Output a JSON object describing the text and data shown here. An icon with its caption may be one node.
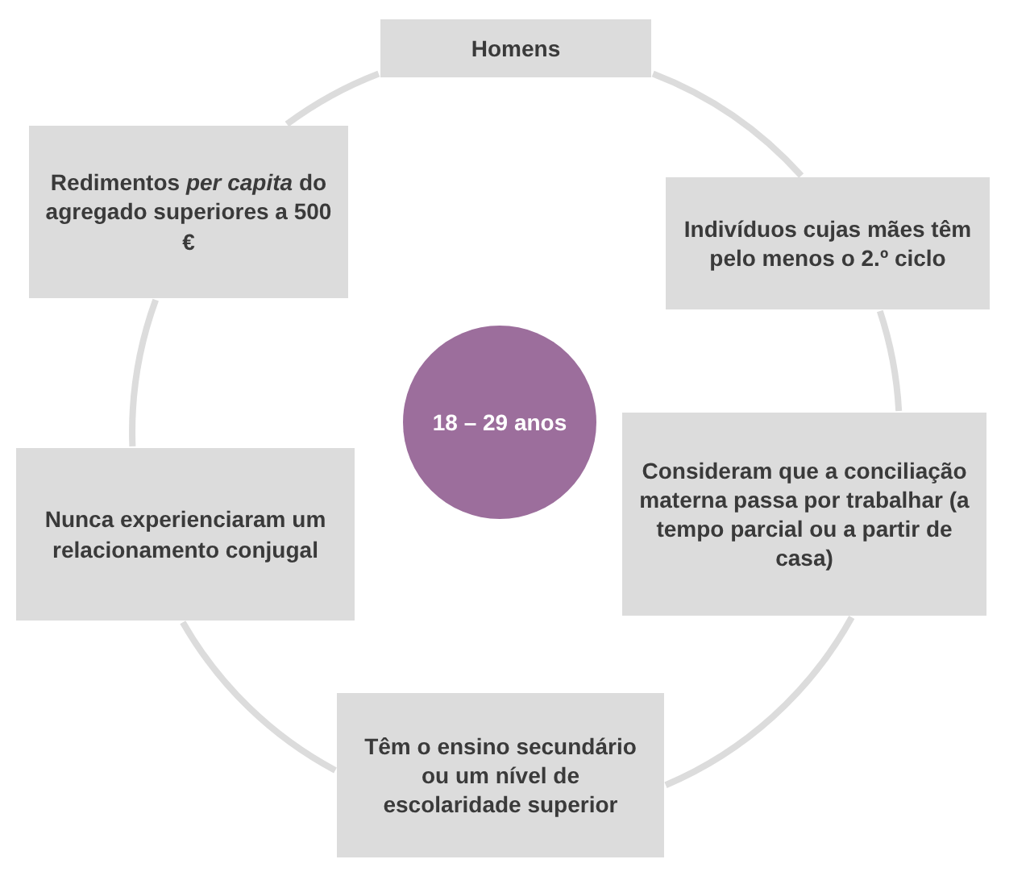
{
  "diagram": {
    "nodes": [
      {
        "text": [
          "Homens"
        ]
      },
      {
        "text": [
          "Redimentos *per capita* do agregado superiores a 500 €"
        ]
      },
      {
        "text": [
          "Indivíduos cujas mães têm pelo menos o 2.º ciclo"
        ]
      },
      {
        "text": [
          "18 – 29 anos"
        ]
      },
      {
        "text": [
          "Nunca experienciaram um relacionamento conjugal"
        ]
      },
      {
        "text": [
          "Consideram que a conciliação materna passa por trabalhar (a tempo parcial ou a partir de casa)"
        ]
      },
      {
        "text": [
          "Têm o ensino secundário ou um nível de escolaridade superior"
        ]
      }
    ],
    "edges": [
      {
        "from": 0,
        "to": 2,
        "arrow": "none"
      },
      {
        "from": 2,
        "to": 5,
        "arrow": "none"
      },
      {
        "from": 5,
        "to": 6,
        "arrow": "none"
      },
      {
        "from": 6,
        "to": 4,
        "arrow": "none"
      },
      {
        "from": 4,
        "to": 1,
        "arrow": "none"
      },
      {
        "from": 1,
        "to": 0,
        "arrow": "none"
      }
    ]
  }
}
